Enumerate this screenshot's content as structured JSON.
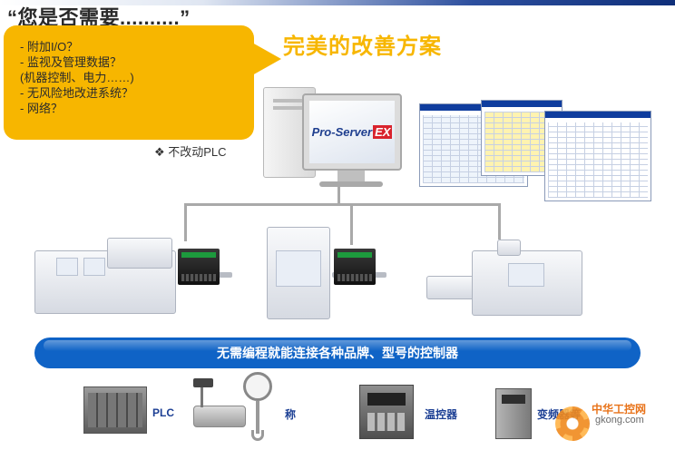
{
  "header": {
    "title": "“您是否需要..........”"
  },
  "callout": {
    "items": [
      "- 附加I/O？",
      "- 监视及管理数据？",
      "   (机器控制、电力……)",
      "- 无风险地改进系统？",
      "- 网络？"
    ]
  },
  "solution": {
    "title": "完美的改善方案"
  },
  "note": {
    "text": "❖ 不改动PLC"
  },
  "monitor": {
    "logo": "Pro-Server",
    "logo_badge": "EX"
  },
  "banner": {
    "text": "无需编程就能连接各种品牌、型号的控制器"
  },
  "devices": {
    "plc_label": "PLC",
    "scale_label": "称",
    "temp_label": "温控器",
    "inverter_label": "变频器等"
  },
  "watermark": {
    "name": "中华工控网",
    "site": "gkong.com"
  },
  "colors": {
    "accent_yellow": "#f7b600",
    "banner_blue": "#0f63c6",
    "label_blue": "#1c3f94",
    "header_navy": "#0f2f7a"
  }
}
